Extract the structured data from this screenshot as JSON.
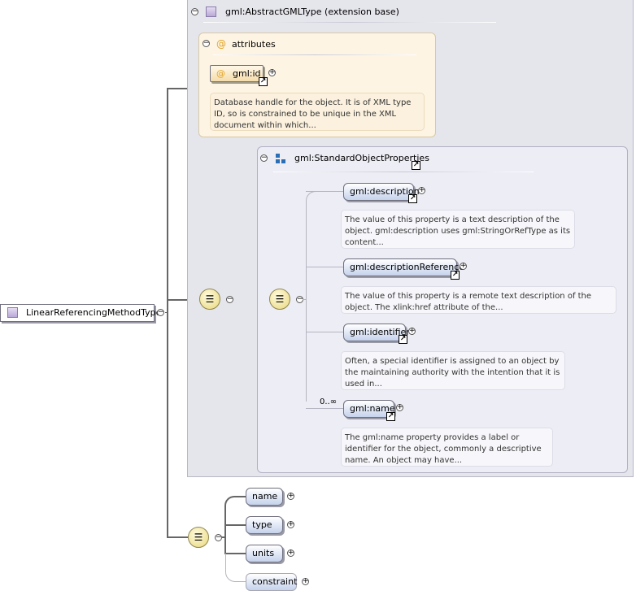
{
  "root": {
    "label": "LinearReferencingMethodType"
  },
  "extension": {
    "label": "gml:AbstractGMLType (extension base)"
  },
  "attributes": {
    "label": "attributes",
    "at_symbol": "@",
    "gml_id": {
      "at_symbol": "@",
      "label": "gml:id",
      "doc": "Database handle for the object. It is of XML type ID, so is constrained to be unique in the XML document within which..."
    }
  },
  "sop": {
    "label": "gml:StandardObjectProperties",
    "items": [
      {
        "label": "gml:description",
        "doc": "The value of this property is a text description of the object. gml:description uses gml:StringOrRefType as its content..."
      },
      {
        "label": "gml:descriptionReference",
        "doc": "The value of this property is a remote text description of the object. The xlink:href attribute of the..."
      },
      {
        "label": "gml:identifier",
        "doc": "Often, a special identifier is assigned to an object by the maintaining authority with the intention that it is used in..."
      },
      {
        "label": "gml:name",
        "doc": "The gml:name property provides a label or identifier for the object, commonly a descriptive name. An object may have...",
        "cardinality": "0..∞"
      }
    ]
  },
  "own_elements": [
    {
      "label": "name"
    },
    {
      "label": "type"
    },
    {
      "label": "units"
    },
    {
      "label": "constraint"
    }
  ],
  "glyphs": {
    "minus": "−",
    "plus": "+",
    "link": "↗",
    "sequence": "☰"
  }
}
